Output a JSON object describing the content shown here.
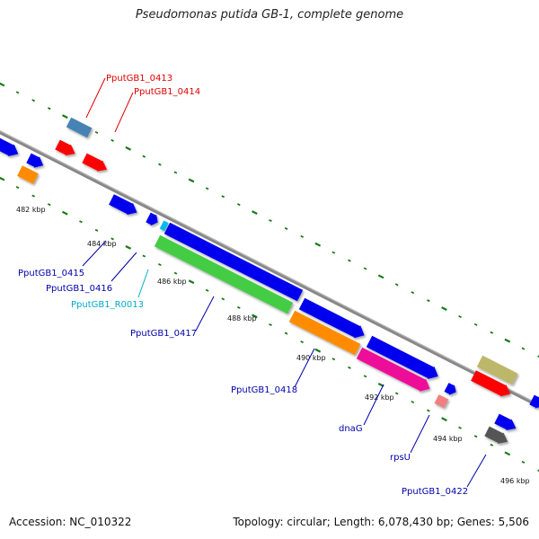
{
  "map": {
    "title": "Pseudomonas putida GB-1, complete genome",
    "accession": "Accession: NC_010322",
    "topology": "Topology: circular; Length: 6,078,430 bp; Genes: 5,506"
  },
  "ticks": {
    "labels": [
      "482 kbp",
      "484 kbp",
      "486 kbp",
      "488 kbp",
      "490 kbp",
      "492 kbp",
      "494 kbp",
      "496 kbp"
    ]
  },
  "gene_labels": {
    "top": [
      "PputGB1_0413",
      "PputGB1_0414"
    ],
    "bottom": [
      "PputGB1_0415",
      "PputGB1_0416",
      "PputGB1_R0013",
      "PputGB1_0417",
      "PputGB1_0418",
      "dnaG",
      "rpsU",
      "PputGB1_0422"
    ]
  },
  "colors": {
    "blue": "#0000ee",
    "red": "#ff0000",
    "orange": "#ff8c00",
    "green": "#44cc44",
    "magenta": "#ee1199",
    "pink": "#f08080",
    "steelblue": "#4682b4",
    "khaki": "#bdb76b",
    "gray": "#555555",
    "cyan": "#00bbee",
    "label_red": "#dd0000",
    "label_blue": "#0000aa",
    "label_cyan": "#00aacc",
    "tick": "#1a7a1a"
  }
}
